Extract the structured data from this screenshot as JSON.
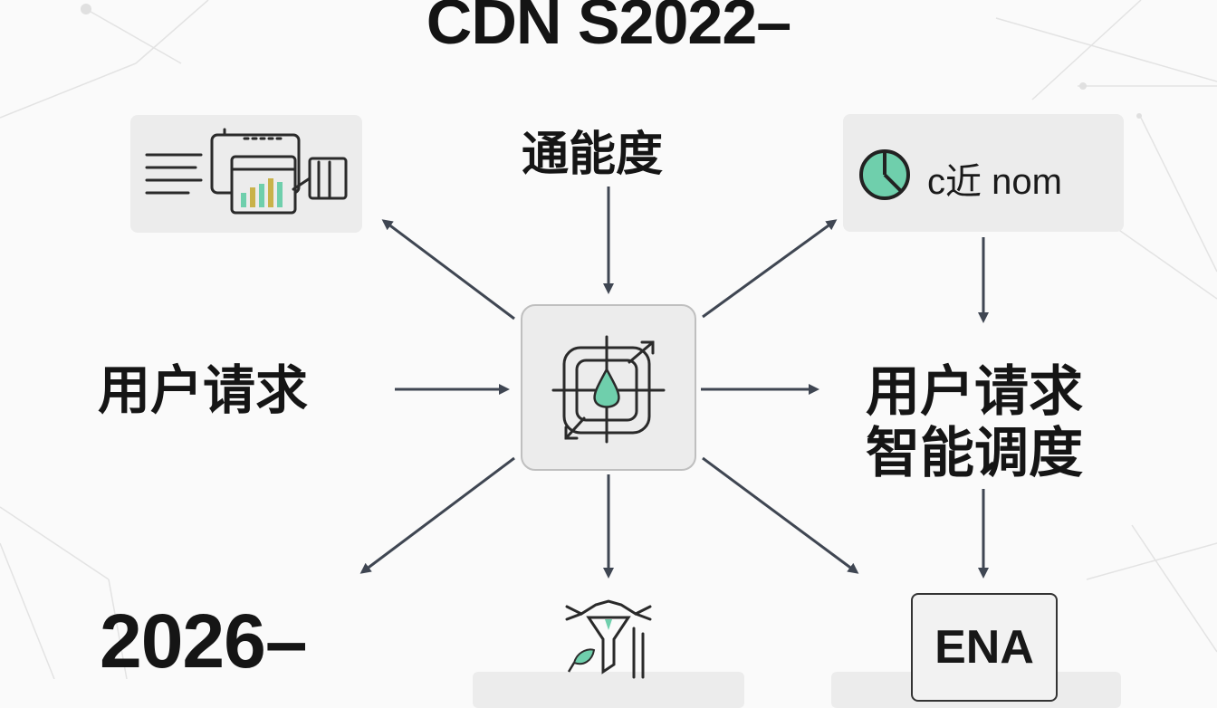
{
  "title": "CDN S2022–",
  "labels": {
    "top_center": "通能度",
    "left": "用户请求",
    "right_line1": "用户请求",
    "right_line2": "智能调度",
    "bottom_left": "2026–"
  },
  "legend_text": "c近 nom",
  "ena_label": "ENA",
  "icons": {
    "top_left": "dashboard-chart-icon",
    "top_right": "pie-chart-icon",
    "center": "routing-target-icon",
    "bottom_center": "funnel-leaf-icon"
  },
  "colors": {
    "accent": "#6fcfac",
    "arrow": "#3f4652",
    "box_bg": "#ececec"
  }
}
